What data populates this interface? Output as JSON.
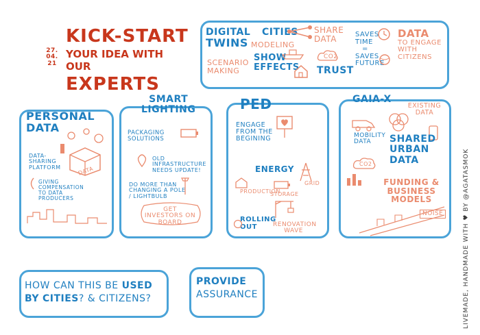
{
  "header": {
    "date_day": "27.",
    "date_month": "04.",
    "date_year": "21",
    "title_line1": "KICK-START",
    "title_line2": "YOUR IDEA WITH OUR",
    "title_line3": "EXPERTS"
  },
  "top_panel": {
    "digital": "DIGITAL",
    "twins": "TWINS",
    "scenario": "SCENARIO",
    "making": "MAKING",
    "cities": "CITIES",
    "modeling": "MODELING",
    "show": "SHOW",
    "effects": "EFFECTS",
    "share": "SHARE",
    "data": "DATA",
    "co2": "CO2",
    "trust": "TRUST",
    "saves_time": "SAVES TIME",
    "equals": "=",
    "saves_future": "SAVES FUTURE",
    "data2": "DATA",
    "to_engage": "TO ENGAGE",
    "with_citizens": "WITH CITIZENS"
  },
  "personal_data": {
    "title_line1": "PERSONAL",
    "title_line2": "DATA",
    "platform": "DATA-SHARING PLATFORM",
    "compensation": "GIVING COMPENSATION TO DATA PRODUCERS",
    "box_label": "DATA"
  },
  "smart_lighting": {
    "title_line1": "SMART",
    "title_line2": "LIGHTING",
    "packaging": "PACKAGING SOLUTIONS",
    "infrastructure": "OLD INFRASTRUCTURE NEEDS UPDATE!",
    "do_more": "DO MORE THAN CHANGING A POLE / LIGHTBULB",
    "investors": "GET INVESTORS ON BOARD"
  },
  "ped": {
    "title": "PED",
    "engage": "ENGAGE FROM THE BEGINING",
    "energy": "ENERGY",
    "production": "PRODUCTION",
    "storage": "STORAGE",
    "grid": "GRID",
    "rolling_out": "ROLLING OUT",
    "renovation": "RENOVATION WAVE"
  },
  "gaia": {
    "title": "GAIA-X",
    "existing": "EXISTING DATA",
    "mobility": "MOBILITY DATA",
    "shared": "SHARED URBAN DATA",
    "co2": "CO2",
    "funding": "FUNDING & BUSINESS MODELS",
    "noise": "NOISE"
  },
  "bottom": {
    "q_part1": "HOW CAN THIS BE",
    "q_used": "USED",
    "q_by": "BY",
    "q_cities": "CITIES",
    "q_part2": "? & CITIZENS?",
    "provide": "PROVIDE",
    "assurance": "ASSURANCE"
  },
  "credit": "LIVEMADE, HANDMADE WITH ♥ BY @AGATASMOK"
}
